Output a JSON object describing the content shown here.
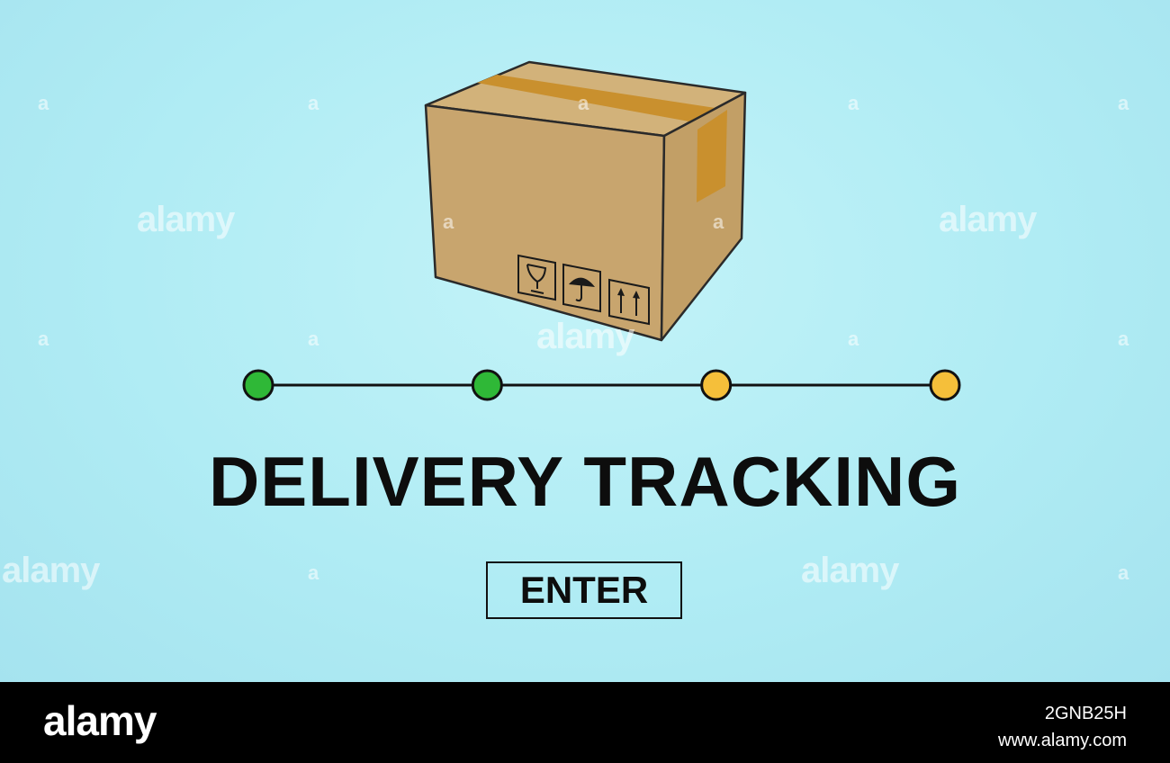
{
  "headline": "DELIVERY TRACKING",
  "button": {
    "label": "ENTER"
  },
  "timeline": {
    "steps": [
      {
        "status": "done",
        "color": "#2fb837"
      },
      {
        "status": "done",
        "color": "#2fb837"
      },
      {
        "status": "pending",
        "color": "#f5bf3a"
      },
      {
        "status": "pending",
        "color": "#f5bf3a"
      }
    ],
    "line_color": "#111111"
  },
  "package": {
    "icons": [
      "fragile-glass-icon",
      "keep-dry-umbrella-icon",
      "this-way-up-arrows-icon"
    ],
    "box_color": "#c8a76d",
    "tape_color": "#c9902e"
  },
  "watermark": {
    "text": "alamy",
    "small_text": "a"
  },
  "footer": {
    "logo": "alamy",
    "image_id": "2GNB25H",
    "site": "www.alamy.com"
  },
  "colors": {
    "background": "#b3eef5",
    "text": "#0d0d0d",
    "footer": "#000000"
  }
}
